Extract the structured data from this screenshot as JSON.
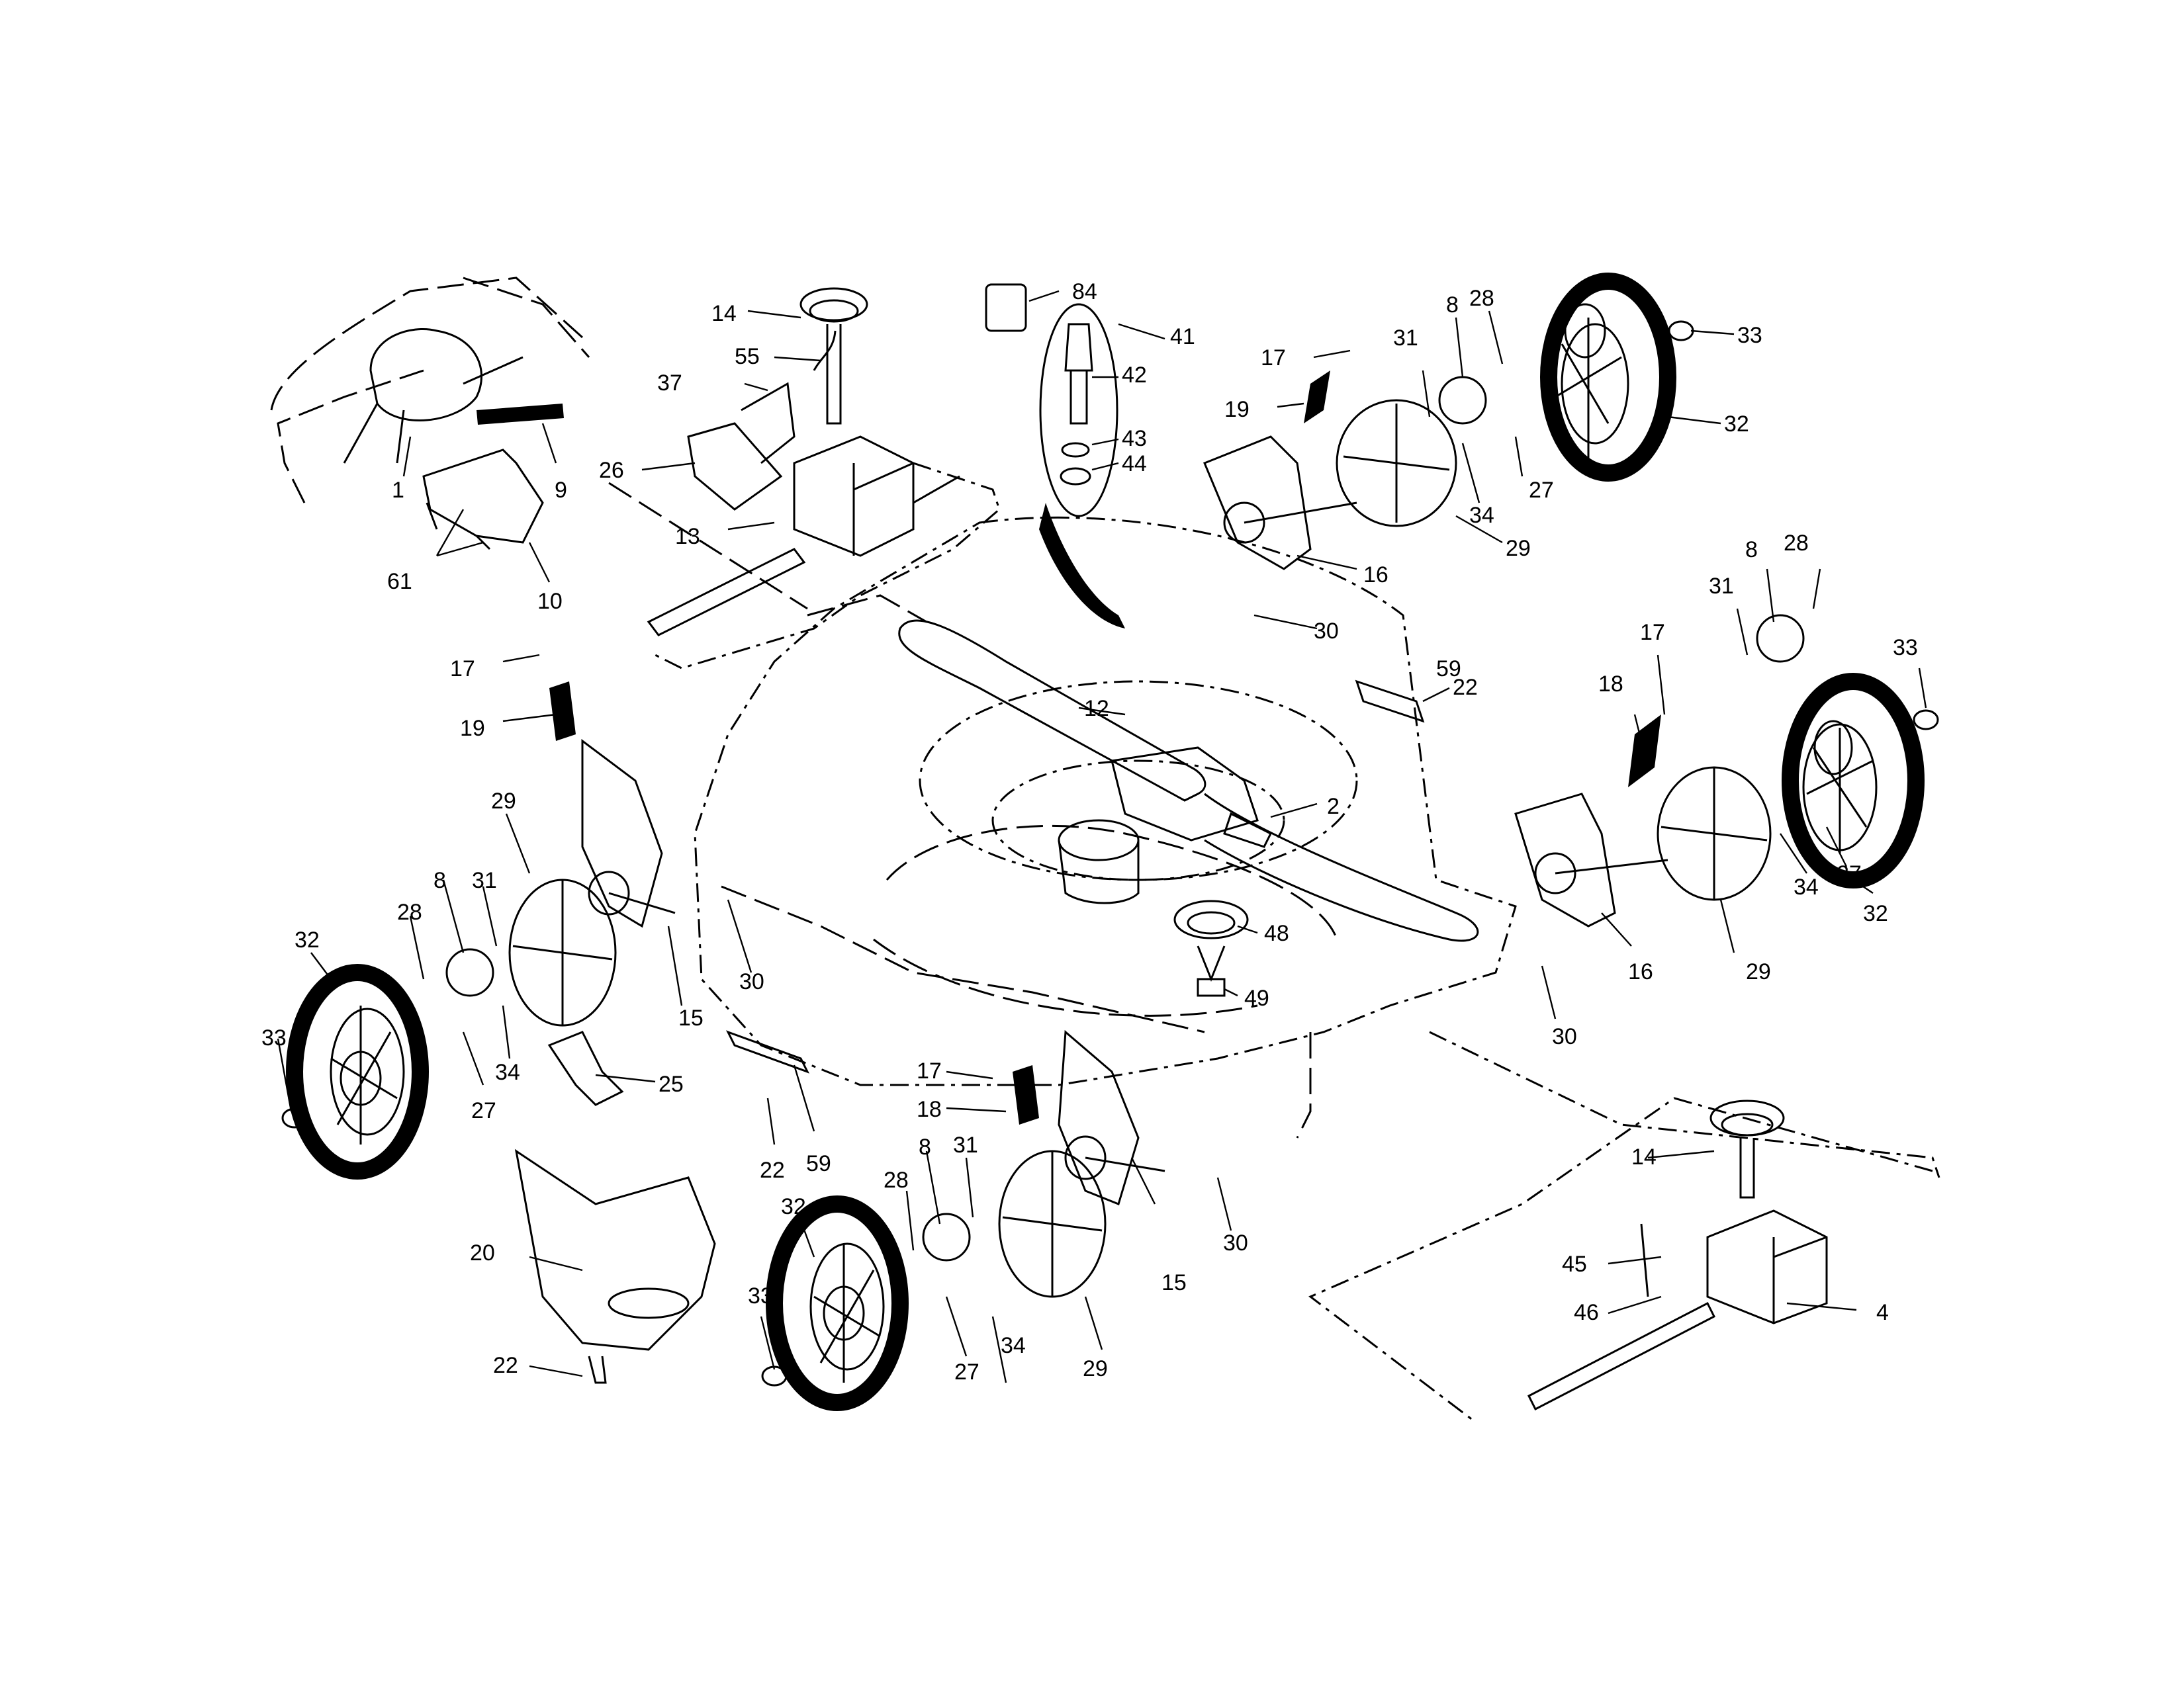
{
  "diagram": {
    "callouts": [
      {
        "label": "1"
      },
      {
        "label": "9"
      },
      {
        "label": "61"
      },
      {
        "label": "10"
      },
      {
        "label": "14"
      },
      {
        "label": "55"
      },
      {
        "label": "37"
      },
      {
        "label": "26"
      },
      {
        "label": "13"
      },
      {
        "label": "84"
      },
      {
        "label": "41"
      },
      {
        "label": "42"
      },
      {
        "label": "43"
      },
      {
        "label": "44"
      },
      {
        "label": "17"
      },
      {
        "label": "19"
      },
      {
        "label": "8"
      },
      {
        "label": "28"
      },
      {
        "label": "31"
      },
      {
        "label": "33"
      },
      {
        "label": "32"
      },
      {
        "label": "34"
      },
      {
        "label": "27"
      },
      {
        "label": "29"
      },
      {
        "label": "16"
      },
      {
        "label": "30"
      },
      {
        "label": "17"
      },
      {
        "label": "19"
      },
      {
        "label": "12"
      },
      {
        "label": "2"
      },
      {
        "label": "59"
      },
      {
        "label": "22"
      },
      {
        "label": "31"
      },
      {
        "label": "8"
      },
      {
        "label": "28"
      },
      {
        "label": "17"
      },
      {
        "label": "33"
      },
      {
        "label": "18"
      },
      {
        "label": "48"
      },
      {
        "label": "49"
      },
      {
        "label": "34"
      },
      {
        "label": "27"
      },
      {
        "label": "32"
      },
      {
        "label": "16"
      },
      {
        "label": "29"
      },
      {
        "label": "30"
      },
      {
        "label": "29"
      },
      {
        "label": "8"
      },
      {
        "label": "31"
      },
      {
        "label": "28"
      },
      {
        "label": "32"
      },
      {
        "label": "15"
      },
      {
        "label": "30"
      },
      {
        "label": "33"
      },
      {
        "label": "34"
      },
      {
        "label": "27"
      },
      {
        "label": "25"
      },
      {
        "label": "22"
      },
      {
        "label": "59"
      },
      {
        "label": "20"
      },
      {
        "label": "22"
      },
      {
        "label": "17"
      },
      {
        "label": "18"
      },
      {
        "label": "8"
      },
      {
        "label": "31"
      },
      {
        "label": "28"
      },
      {
        "label": "32"
      },
      {
        "label": "15"
      },
      {
        "label": "30"
      },
      {
        "label": "33"
      },
      {
        "label": "27"
      },
      {
        "label": "34"
      },
      {
        "label": "29"
      },
      {
        "label": "14"
      },
      {
        "label": "45"
      },
      {
        "label": "46"
      },
      {
        "label": "4"
      }
    ]
  }
}
